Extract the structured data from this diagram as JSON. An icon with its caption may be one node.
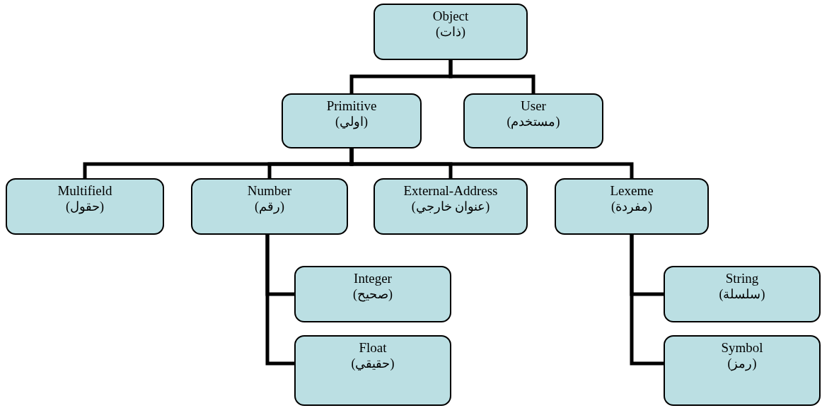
{
  "diagram": {
    "nodes": [
      {
        "text": [
          "Object",
          "(ذات)"
        ]
      },
      {
        "text": [
          "Primitive",
          "(اولي)"
        ]
      },
      {
        "text": [
          "User",
          "(مستخدم)"
        ]
      },
      {
        "text": [
          "Multifield",
          "(حقول)"
        ]
      },
      {
        "text": [
          "Number",
          "(رقم)"
        ]
      },
      {
        "text": [
          "External-Address",
          "(عنوان خارجي)"
        ]
      },
      {
        "text": [
          "Lexeme",
          "(مفردة)"
        ]
      },
      {
        "text": [
          "Integer",
          "(صحيح)"
        ]
      },
      {
        "text": [
          "String",
          "(سلسلة)"
        ]
      },
      {
        "text": [
          "Float",
          "(حقيقي)"
        ]
      },
      {
        "text": [
          "Symbol",
          "(رمز)"
        ]
      }
    ],
    "edges": [
      {
        "from": 0,
        "to": 1,
        "arrow": "none"
      },
      {
        "from": 0,
        "to": 2,
        "arrow": "none"
      },
      {
        "from": 1,
        "to": 3,
        "arrow": "none"
      },
      {
        "from": 1,
        "to": 4,
        "arrow": "none"
      },
      {
        "from": 1,
        "to": 5,
        "arrow": "none"
      },
      {
        "from": 1,
        "to": 6,
        "arrow": "none"
      },
      {
        "from": 4,
        "to": 7,
        "arrow": "none"
      },
      {
        "from": 4,
        "to": 9,
        "arrow": "none"
      },
      {
        "from": 6,
        "to": 8,
        "arrow": "none"
      },
      {
        "from": 6,
        "to": 10,
        "arrow": "none"
      }
    ]
  }
}
